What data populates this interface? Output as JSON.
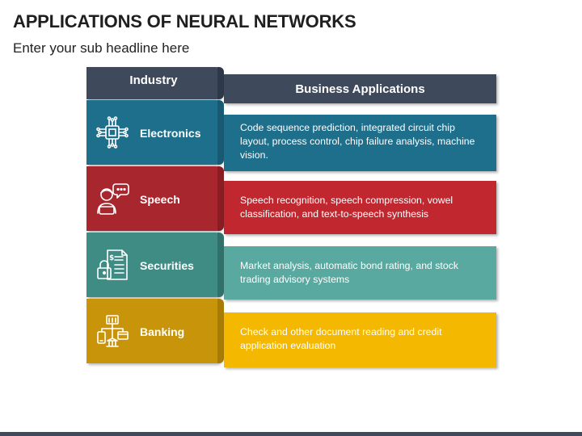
{
  "title": "APPLICATIONS OF NEURAL NETWORKS",
  "subtitle": "Enter your sub headline here",
  "columns": {
    "industry": "Industry",
    "business": "Business Applications"
  },
  "colors": {
    "header": "#3e4a5c",
    "electronics": "#1e6f8c",
    "speech": "#a8262e",
    "securities": "#3f8c84",
    "banking": "#c8950a"
  },
  "rows": [
    {
      "industry": "Electronics",
      "icon": "circuit-chip-icon",
      "application": "Code sequence prediction, integrated circuit chip layout, process control, chip failure analysis, machine vision."
    },
    {
      "industry": "Speech",
      "icon": "speaking-person-icon",
      "application": "Speech recognition, speech compression, vowel classification, and text-to-speech synthesis"
    },
    {
      "industry": "Securities",
      "icon": "secure-document-icon",
      "application": "Market analysis, automatic bond rating, and stock trading advisory systems"
    },
    {
      "industry": "Banking",
      "icon": "banking-network-icon",
      "application": "Check and other document reading and credit application evaluation"
    }
  ]
}
